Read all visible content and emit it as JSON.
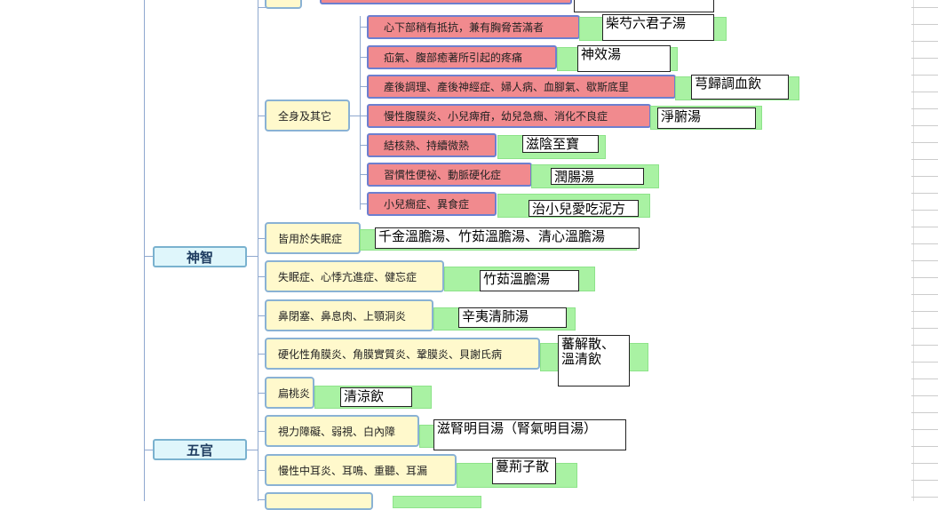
{
  "categories": {
    "shenzhi": "神智",
    "wuguan": "五官"
  },
  "branches": {
    "quanshen": "全身及其它",
    "shimian1": "皆用於失眠症",
    "shimian2": "失眠症、心悸亢進症、健忘症",
    "bi": "鼻閉塞、鼻息肉、上顎洞炎",
    "yan": "硬化性角膜炎、角膜實質炎、鞏膜炎、貝謝氏病",
    "biantao": "扁桃炎",
    "shili": "視力障礙、弱視、白內障",
    "er": "慢性中耳炎、耳鳴、重聽、耳漏"
  },
  "symptoms": [
    "心下部稍有抵抗，兼有胸脅苦滿者",
    "疝氣、腹部癒著所引起的疼痛",
    "產後調理、產後神經症、婦人病、血腳氣、歇斯底里",
    "慢性腹膜炎、小兒痺疳，幼兒急癇、消化不良症",
    "結核熱、持續微熱",
    "習慣性便祕、動脈硬化症",
    "小兒癇症、異食症"
  ],
  "remedies": {
    "r1": "柴芍六君子湯",
    "r2": "神效湯",
    "r3": "芎歸調血飲",
    "r4": "淨腑湯",
    "r5": "滋陰至寶",
    "r6": "潤腸湯",
    "r7": "治小兒愛吃泥方",
    "s1": "千金溫膽湯、竹茹溫膽湯、清心溫膽湯",
    "s2": "竹茹溫膽湯",
    "w1": "辛夷清肺湯",
    "w2a": "蕃解散、",
    "w2b": "溫清飲",
    "w3": "清涼飲",
    "w4": "滋腎明目湯（腎氣明目湯）",
    "w5": "蔓荊子散"
  }
}
